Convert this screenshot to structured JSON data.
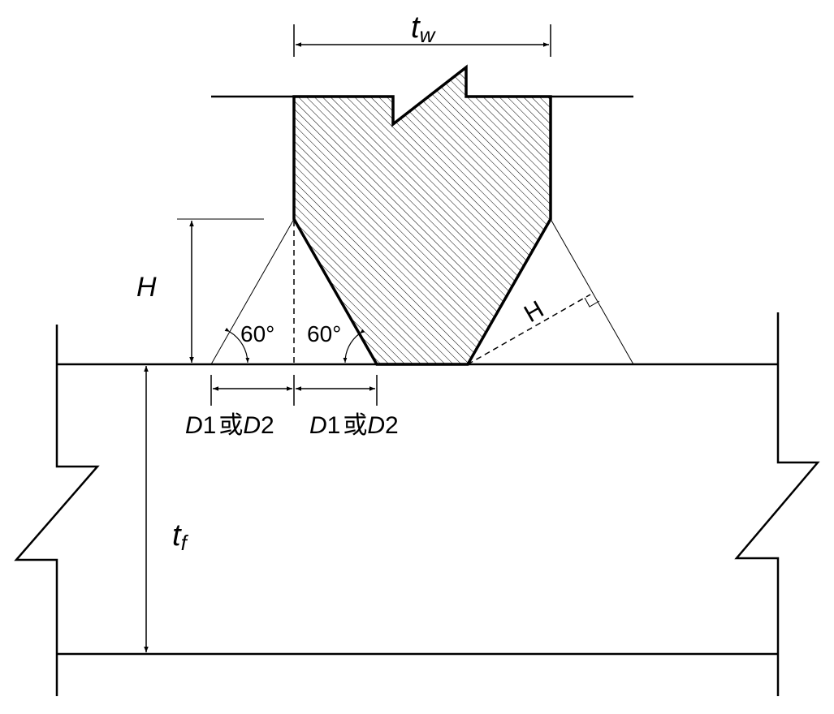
{
  "labels": {
    "tw_main": "t",
    "tw_sub": "w",
    "tf_main": "t",
    "tf_sub": "f",
    "H_left": "H",
    "H_right": "H",
    "angle_left": "60°",
    "angle_right": "60°",
    "d_left": {
      "d1": "D",
      "n1": "1",
      "or": "或",
      "d2": "D",
      "n2": "2"
    },
    "d_right": {
      "d1": "D",
      "n1": "1",
      "or": "或",
      "d2": "D",
      "n2": "2"
    }
  },
  "colors": {
    "stroke": "#000000",
    "hatch": "#000000",
    "background": "#ffffff"
  }
}
